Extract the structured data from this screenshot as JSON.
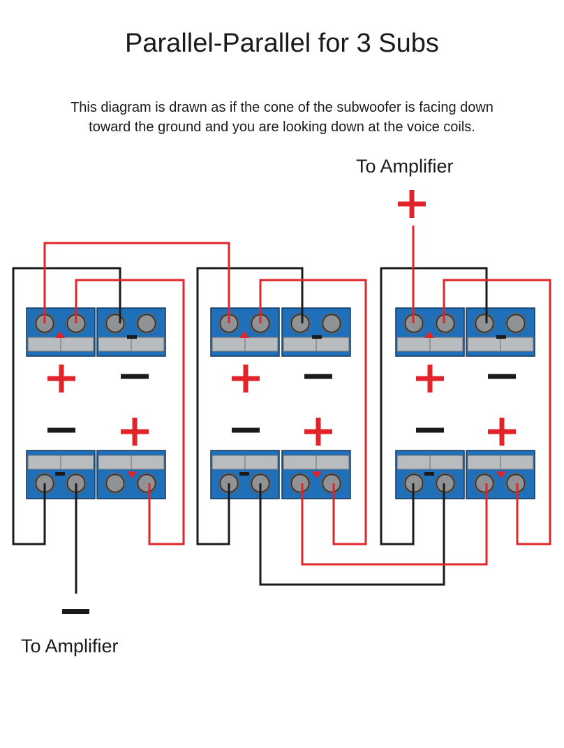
{
  "title": "Parallel-Parallel for 3 Subs",
  "subtitle_line1": "This diagram is drawn as if the cone of the subwoofer is facing down",
  "subtitle_line2": "toward the ground and you are looking down at the voice coils.",
  "amp_positive_label": "To Amplifier",
  "amp_negative_label": "To Amplifier",
  "subwoofer_count": 3,
  "colors": {
    "positive_wire": "#e0242a",
    "negative_wire": "#1a1a1a",
    "terminal_block": "#1f70b8",
    "terminal_post": "#8d8f91",
    "plus_sign": "#e0242a",
    "minus_sign": "#1a1a1a"
  }
}
